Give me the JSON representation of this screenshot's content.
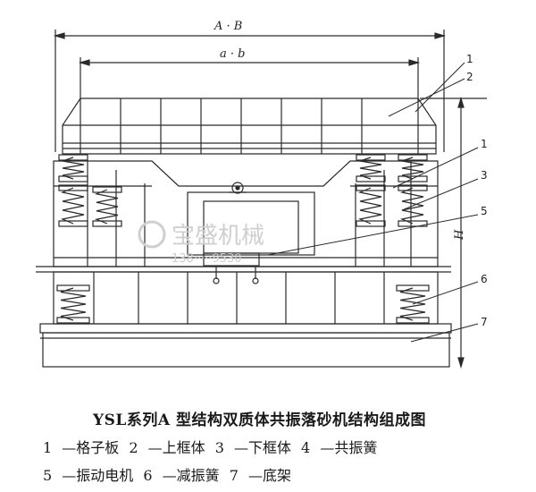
{
  "dimensions": {
    "overall_width": "A · B",
    "frame_width": "a · b",
    "height": "H"
  },
  "callouts": [
    "1",
    "2",
    "1",
    "3",
    "5",
    "6",
    "7"
  ],
  "watermark": {
    "brand": "宝盛机械",
    "phone": "138·····9530"
  },
  "caption": {
    "title": "YSL系列A 型结构双质体共振落砂机结构组成图",
    "legend_line1": "1 —格子板   2 —上框体   3 —下框体   4 —共振簧",
    "legend_line2": "5 —振动电机   6 —减振簧   7 —底架"
  },
  "colors": {
    "line": "#2a2a2a",
    "watermark": "#cfcfcf"
  }
}
